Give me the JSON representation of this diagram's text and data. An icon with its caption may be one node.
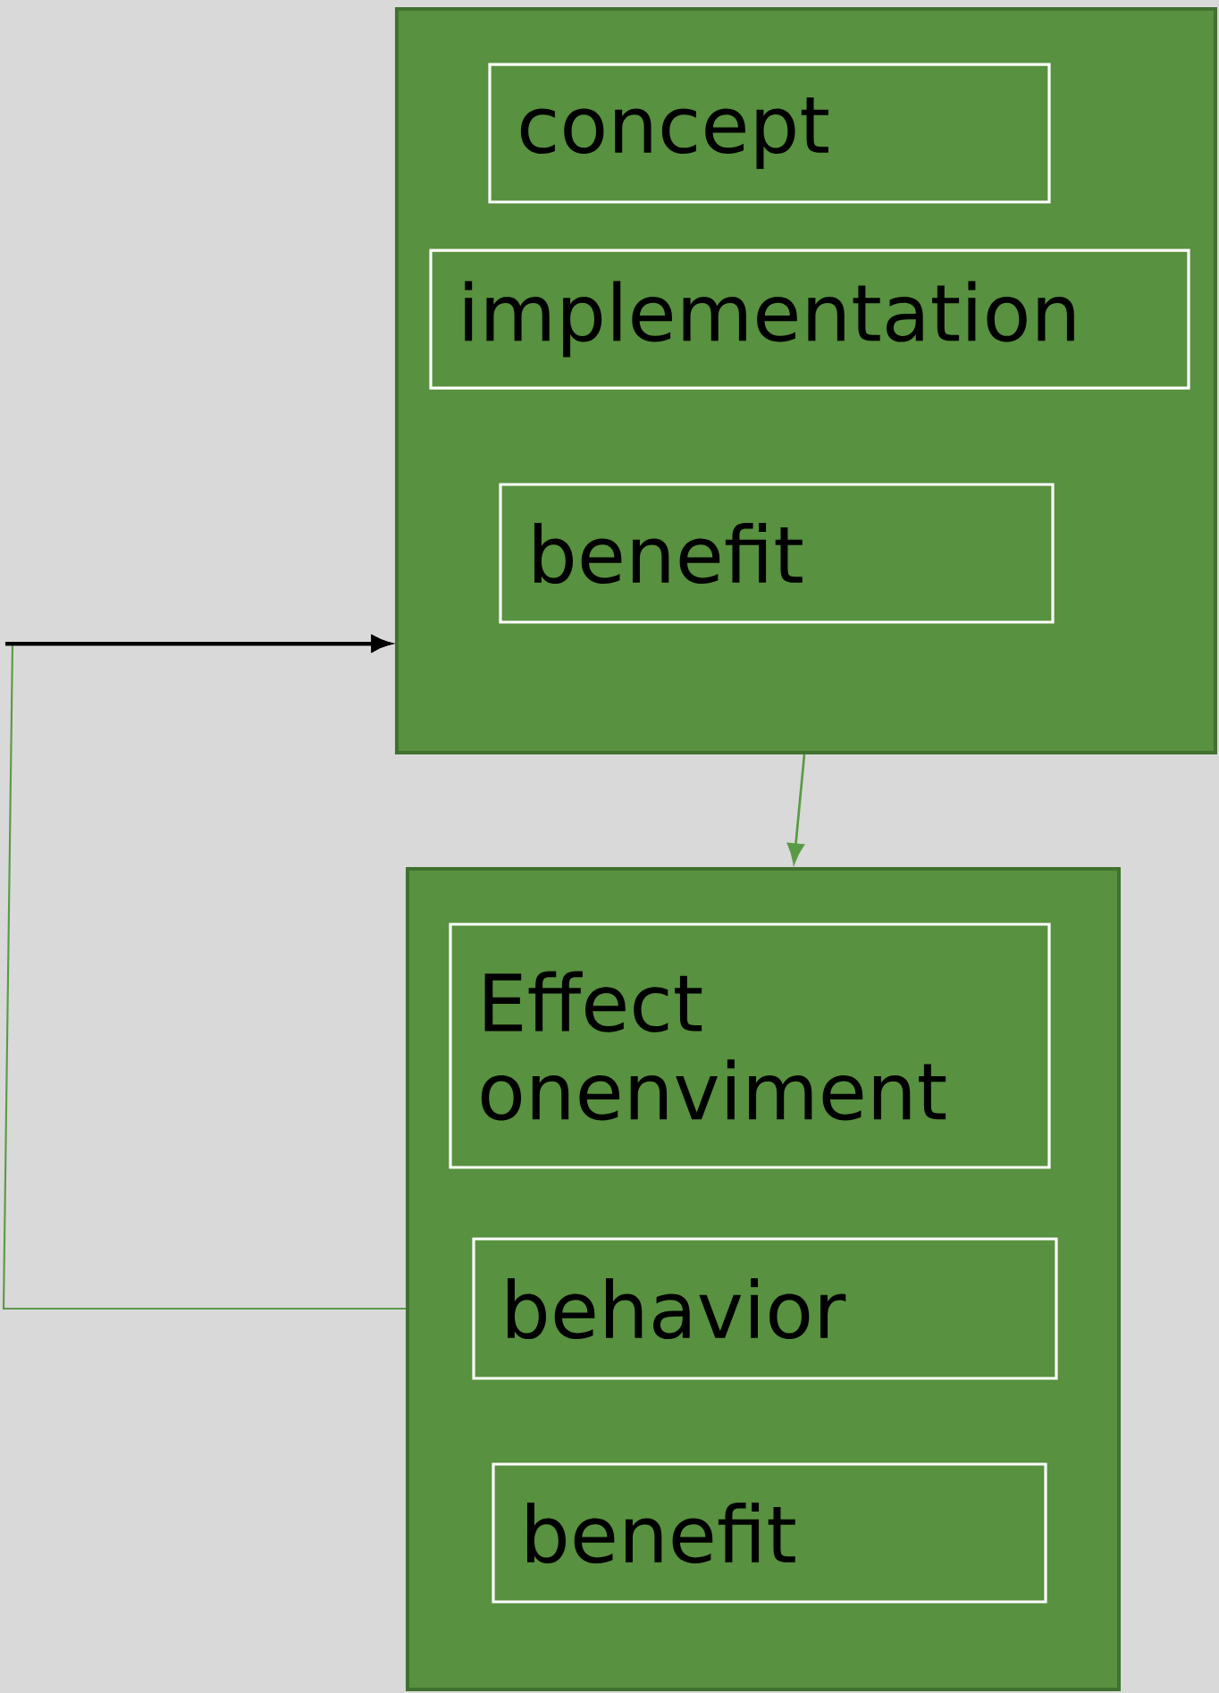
{
  "diagram": {
    "nodes": [
      {
        "text": [],
        "shape": "box"
      },
      {
        "text": [
          "concept"
        ],
        "in": 0
      },
      {
        "text": [
          "implementation"
        ],
        "in": 0
      },
      {
        "text": [
          "benefit"
        ],
        "in": 0
      },
      {
        "text": [],
        "shape": "box"
      },
      {
        "text": [
          "Effect onenviment"
        ],
        "in": 4
      },
      {
        "text": [
          "behavior"
        ],
        "in": 4
      },
      {
        "text": [
          "benefit"
        ],
        "in": 4
      }
    ],
    "edges": [
      {
        "from": 4,
        "to": 0,
        "arrow": "to",
        "color": "#5a9a45"
      },
      {
        "from": null,
        "to": 0,
        "arrow": "to",
        "color": "#000000"
      },
      {
        "from": 0,
        "to": 4,
        "arrow": "to",
        "color": "#5a9a45"
      }
    ]
  }
}
